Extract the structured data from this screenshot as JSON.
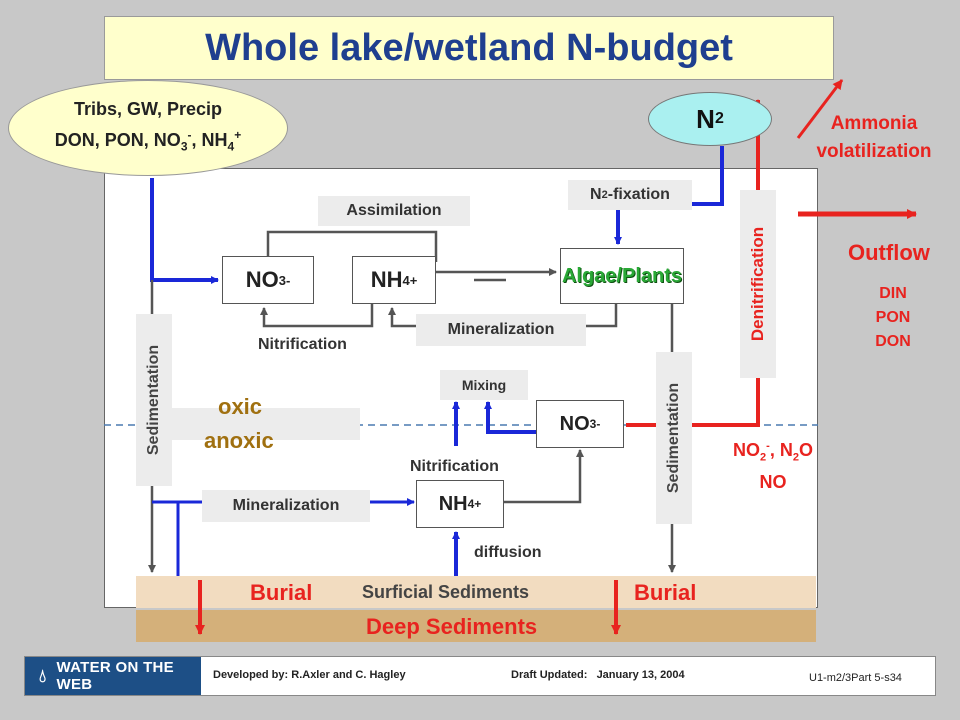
{
  "title": "Whole lake/wetland N-budget",
  "sources": {
    "line1": "Tribs, GW, Precip",
    "line2_prefix": "DON, PON, NO",
    "line2_mid": ", NH"
  },
  "n2": {
    "main": "N",
    "sub": "2"
  },
  "ammonia": {
    "line1": "Ammonia",
    "line2": "volatilization"
  },
  "n_fixation": {
    "prefix": "N",
    "sub": "2",
    "suffix": "-fixation"
  },
  "assimilation": "Assimilation",
  "no3_upper": {
    "main": "NO",
    "sub": "3",
    "sup": "-"
  },
  "nh4_upper": {
    "main": "NH",
    "sub": "4",
    "sup": "+"
  },
  "algae": "Algae/Plants",
  "nitrification_upper": "Nitrification",
  "mineralization_upper": "Mineralization",
  "denitrification": "Denitrification",
  "outflow": {
    "label": "Outflow",
    "items": [
      "DIN",
      "PON",
      "DON"
    ]
  },
  "sedimentation_left": "Sedimentation",
  "sedimentation_right": "Sedimentation",
  "oxic": "oxic",
  "anoxic": "anoxic",
  "mixing": "Mixing",
  "no3_lower": {
    "main": "NO",
    "sub": "3",
    "sup": "-"
  },
  "nox_products": {
    "line1a": "NO",
    "sub1": "2",
    "sup1": "-",
    "line1b": ", N",
    "sub2": "2",
    "line1c": "O",
    "line2": "NO"
  },
  "nitrification_lower": "Nitrification",
  "mineralization_lower": "Mineralization",
  "nh4_lower": {
    "main": "NH",
    "sub": "4",
    "sup": "+"
  },
  "diffusion": "diffusion",
  "burial_left": "Burial",
  "burial_right": "Burial",
  "surficial_sediments": "Surficial Sediments",
  "deep_sediments": "Deep Sediments",
  "footer": {
    "brand": "WATER ON THE WEB",
    "developed_label": "Developed by:",
    "developed_names": "R.Axler and C. Hagley",
    "draft_label": "Draft Updated:",
    "draft_date": "January 13, 2004",
    "code": "U1-m2/3Part 5-s34"
  },
  "colors": {
    "title_text": "#1f3f8f",
    "blue_arrow": "#1a28d8",
    "red_arrow": "#e8231f",
    "gray_line": "#555555",
    "sediment_light": "#f2dcc0",
    "sediment_deep": "#d4b07a",
    "oxic_text": "#a07010",
    "brand": "#1d4f86"
  }
}
